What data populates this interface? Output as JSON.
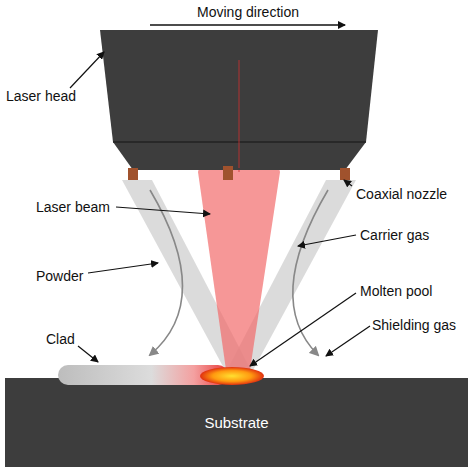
{
  "diagram": {
    "nodes": [
      {
        "text": [
          "Substrate"
        ]
      }
    ],
    "labels": [
      "Moving direction",
      "Laser head",
      "Coaxial nozzle",
      "Laser beam",
      "Carrier gas",
      "Powder",
      "Molten pool",
      "Shielding gas",
      "Clad"
    ]
  }
}
